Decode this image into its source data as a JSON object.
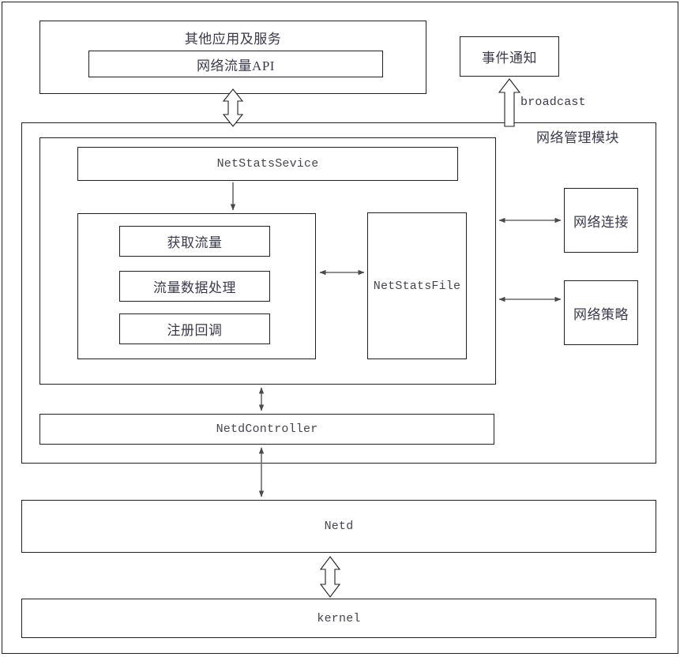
{
  "diagram": {
    "title_hidden": "",
    "layers": {
      "apps": {
        "title": "其他应用及服务",
        "api_box": "网络流量API"
      },
      "event_notification": {
        "label": "事件通知",
        "arrow_label": "broadcast"
      },
      "network_management_module": {
        "label": "网络管理模块",
        "service_box": "NetStatsSevice",
        "functions": [
          {
            "label": "获取流量"
          },
          {
            "label": "流量数据处理"
          },
          {
            "label": "注册回调"
          }
        ],
        "file_box": "NetStatsFile",
        "side_boxes": [
          {
            "label": "网络连接"
          },
          {
            "label": "网络策略"
          }
        ],
        "netd_controller": "NetdController"
      },
      "netd": {
        "label": "Netd"
      },
      "kernel": {
        "label": "kernel"
      }
    },
    "colors": {
      "stroke": "#231f20",
      "text": "#3a3a4a",
      "arrow": "#595959",
      "background": "#ffffff"
    }
  }
}
